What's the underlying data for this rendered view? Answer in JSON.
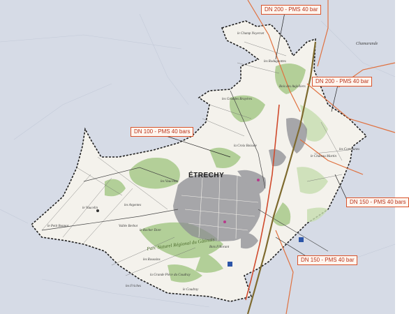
{
  "map": {
    "town_name": "ÉTRECHY",
    "park_label": "Parc Naturel Régional du Gâtinais",
    "pipeline_callouts": [
      {
        "id": "c1",
        "text": "DN 200 - PMS 40 bar"
      },
      {
        "id": "c2",
        "text": "DN 200 - PMS  40 bar"
      },
      {
        "id": "c3",
        "text": "DN 100 - PMS 40 bars"
      },
      {
        "id": "c4",
        "text": "DN 150 - PMS 40 bars"
      },
      {
        "id": "c5",
        "text": "DN 150 - PMS  40 bar"
      }
    ],
    "places": [
      {
        "id": "p1",
        "text": "le Champ Noyerset"
      },
      {
        "id": "p2",
        "text": "les Rodugnottes"
      },
      {
        "id": "p3",
        "text": "Bois des Aujolliers"
      },
      {
        "id": "p4",
        "text": "les Grandes Bruyères"
      },
      {
        "id": "p5",
        "text": "la Croix Boissée"
      },
      {
        "id": "p6",
        "text": "le Château Martin"
      },
      {
        "id": "p7",
        "text": "les Communes"
      },
      {
        "id": "p8",
        "text": "les Vaucelas"
      },
      {
        "id": "p9",
        "text": "les Argentes"
      },
      {
        "id": "p10",
        "text": "le Vaucelin"
      },
      {
        "id": "p11",
        "text": "le Petit Bonnot"
      },
      {
        "id": "p12",
        "text": "Vallée Berbot"
      },
      {
        "id": "p13",
        "text": "le Rocher Dore"
      },
      {
        "id": "p14",
        "text": "les Roussins"
      },
      {
        "id": "p15",
        "text": "Bois Fillorant"
      },
      {
        "id": "p16",
        "text": "la Grande Pièce du Coudray"
      },
      {
        "id": "p17",
        "text": "les Friches"
      },
      {
        "id": "p18",
        "text": "le Coudray"
      },
      {
        "id": "p19",
        "text": "Chamarande"
      }
    ]
  }
}
